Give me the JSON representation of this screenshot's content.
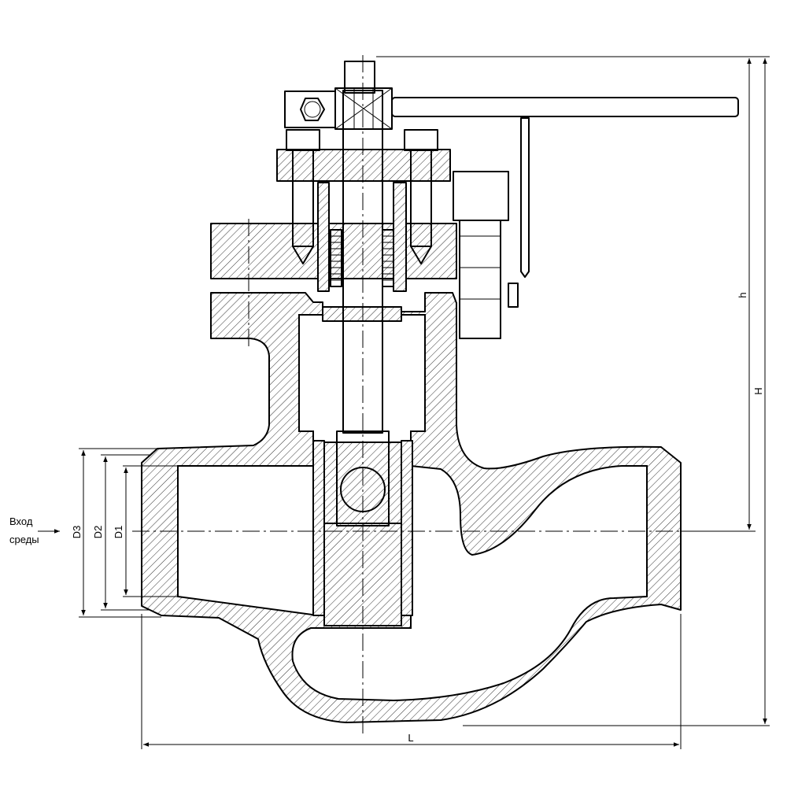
{
  "inlet_label": {
    "line1": "Вход",
    "line2": "среды"
  },
  "dimensions": {
    "D1": "D1",
    "D2": "D2",
    "D3": "D3",
    "L": "L",
    "H": "H",
    "h": "h"
  }
}
